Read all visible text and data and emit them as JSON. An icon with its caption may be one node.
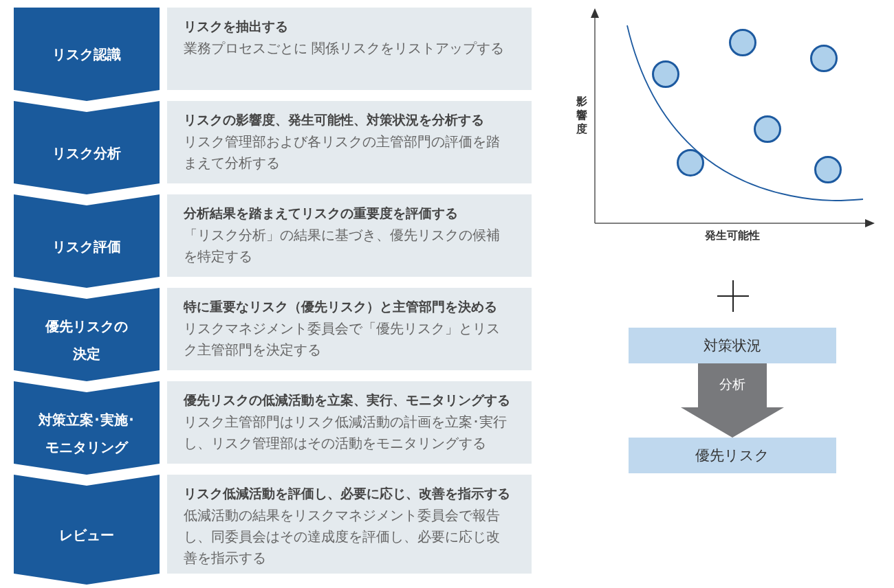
{
  "diagram": {
    "nodes": [
      {
        "text": [
          "リスク認識"
        ]
      },
      {
        "text": [
          "リスク分析"
        ]
      },
      {
        "text": [
          "リスク評価"
        ]
      },
      {
        "text": [
          "優先リスクの決定"
        ]
      },
      {
        "text": [
          "対策立案･実施･モニタリング"
        ]
      },
      {
        "text": [
          "レビュー"
        ]
      },
      {
        "text": [
          "リスクを抽出する",
          "業務プロセスごとに 関係リスクをリストアップする"
        ]
      },
      {
        "text": [
          "リスクの影響度、発生可能性、対策状況を分析する",
          "リスク管理部および各リスクの主管部門の評価を踏まえて分析する"
        ]
      },
      {
        "text": [
          "分析結果を踏まえてリスクの重要度を評価する",
          "「リスク分析」の結果に基づき、優先リスクの候補を特定する"
        ]
      },
      {
        "text": [
          "特に重要なリスク（優先リスク）と主管部門を決める",
          "リスクマネジメント委員会で「優先リスク」とリスク主管部門を決定する"
        ]
      },
      {
        "text": [
          "優先リスクの低減活動を立案、実行、モニタリングする",
          "リスク主管部門はリスク低減活動の計画を立案･実行し、リスク管理部はその活動をモニタリングする"
        ]
      },
      {
        "text": [
          "リスク低減活動を評価し、必要に応じ、改善を指示する",
          "低減活動の結果をリスクマネジメント委員会で報告し、同委員会はその達成度を評価し、必要に応じ改善を指示する"
        ]
      },
      {
        "text": [
          "対策状況"
        ]
      },
      {
        "text": [
          "優先リスク"
        ]
      }
    ],
    "edges": [
      {
        "from": 12,
        "to": 13,
        "arrow": "to",
        "label": "分析"
      }
    ],
    "labels": [
      "影響度",
      "発生可能性"
    ]
  }
}
